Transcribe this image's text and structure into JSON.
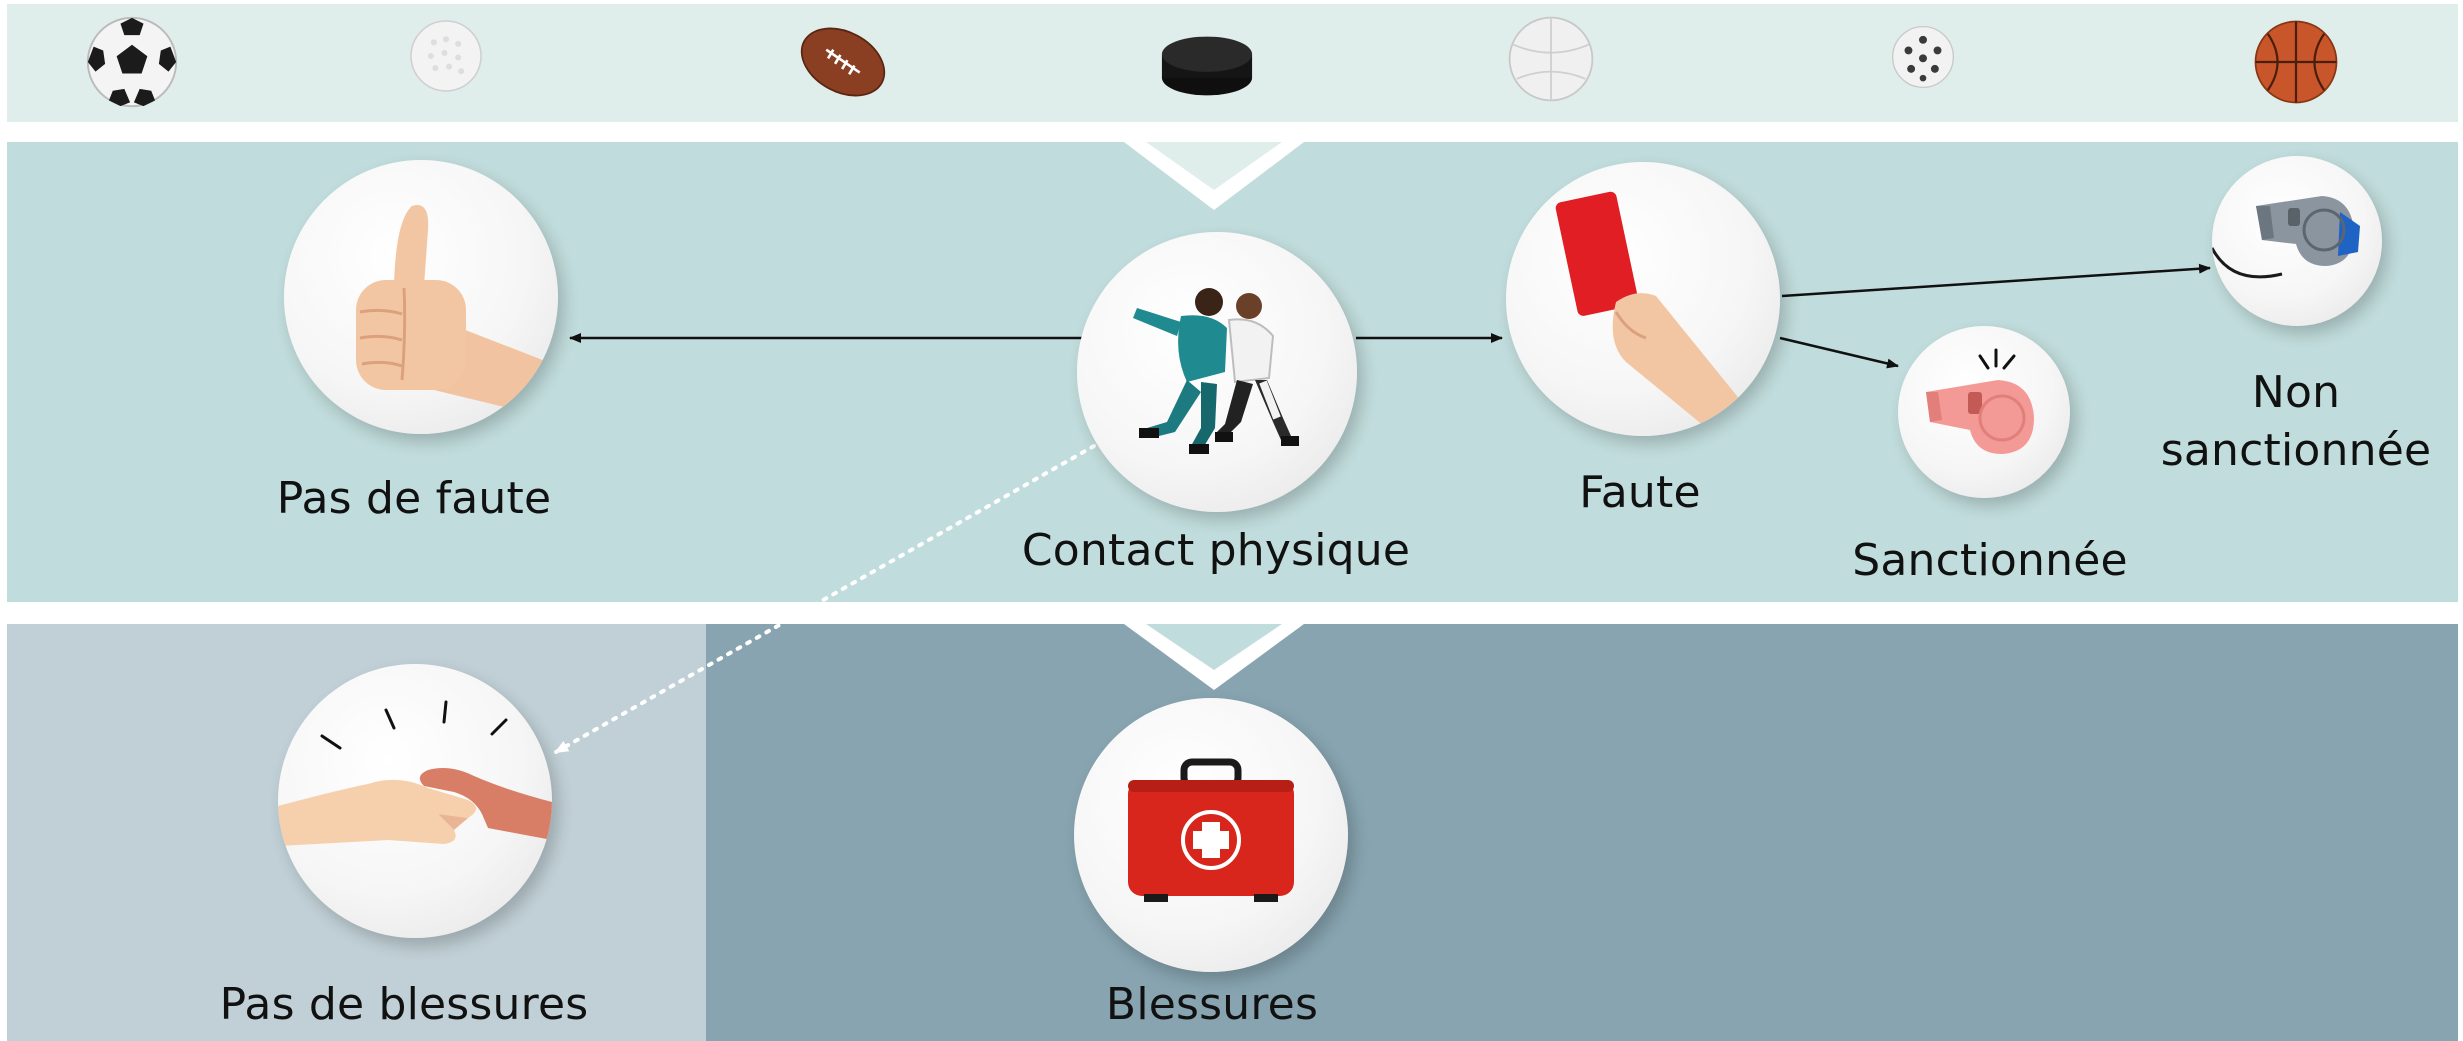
{
  "balls": [
    {
      "name": "soccer-ball-icon"
    },
    {
      "name": "golf-ball-icon"
    },
    {
      "name": "football-icon"
    },
    {
      "name": "hockey-puck-icon"
    },
    {
      "name": "handball-icon"
    },
    {
      "name": "floorball-icon"
    },
    {
      "name": "basketball-icon"
    }
  ],
  "nodes": {
    "contact": {
      "label": "Contact physique",
      "icon": "players-tackle-icon"
    },
    "no_foul": {
      "label": "Pas de faute",
      "icon": "thumbs-up-icon"
    },
    "foul": {
      "label": "Faute",
      "icon": "red-card-icon"
    },
    "sanctioned": {
      "label": "Sanctionnée",
      "icon": "blowing-whistle-icon"
    },
    "not_sanctioned": {
      "label": [
        "Non",
        "sanctionnée"
      ],
      "icon": "silent-whistle-icon"
    },
    "no_injury": {
      "label": "Pas de blessures",
      "icon": "handshake-icon"
    },
    "injury": {
      "label": "Blessures",
      "icon": "first-aid-kit-icon"
    }
  },
  "colors": {
    "band_top": "#dfeeeb",
    "band_middle": "#c1dcdc",
    "band_bottom_left": "#c0d0d6",
    "band_bottom_right": "#87a4b0",
    "red_card": "#e01e24",
    "first_aid_kit": "#d8261c"
  }
}
